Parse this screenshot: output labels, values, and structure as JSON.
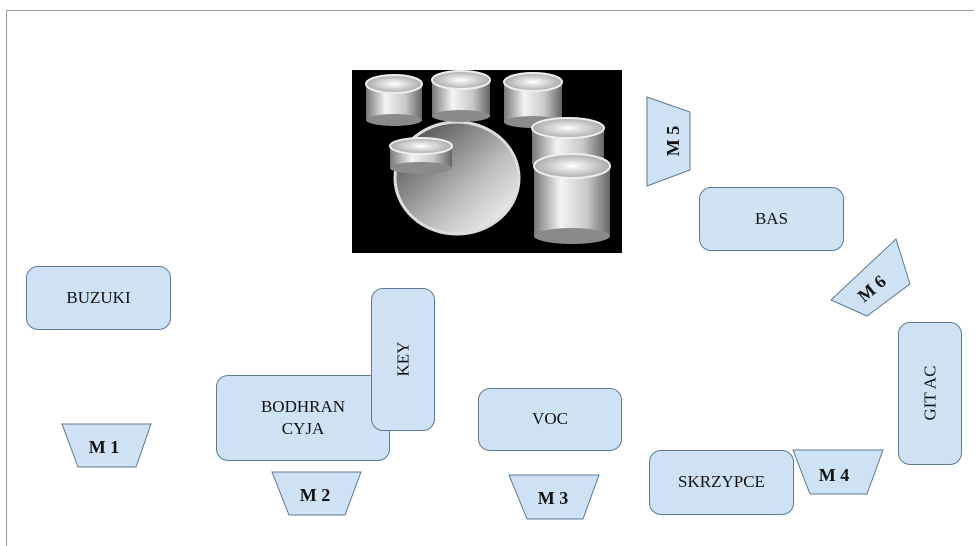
{
  "instruments": {
    "buzuki": "BUZUKI",
    "bodhran_line1": "BODHRAN",
    "bodhran_line2": "CYJA",
    "key": "KEY",
    "voc": "VOC",
    "skrzypce": "SKRZYPCE",
    "bas": "BAS",
    "git_ac": "GIT AC"
  },
  "mics": {
    "m1": "M 1",
    "m2": "M 2",
    "m3": "M 3",
    "m4": "M 4",
    "m5": "M 5",
    "m6": "M 6"
  },
  "colors": {
    "box_fill": "#cfe2f3",
    "box_border": "#5a7a97",
    "drum_background": "#000000"
  },
  "icons": {
    "drum_kit": "drum-kit-image"
  }
}
